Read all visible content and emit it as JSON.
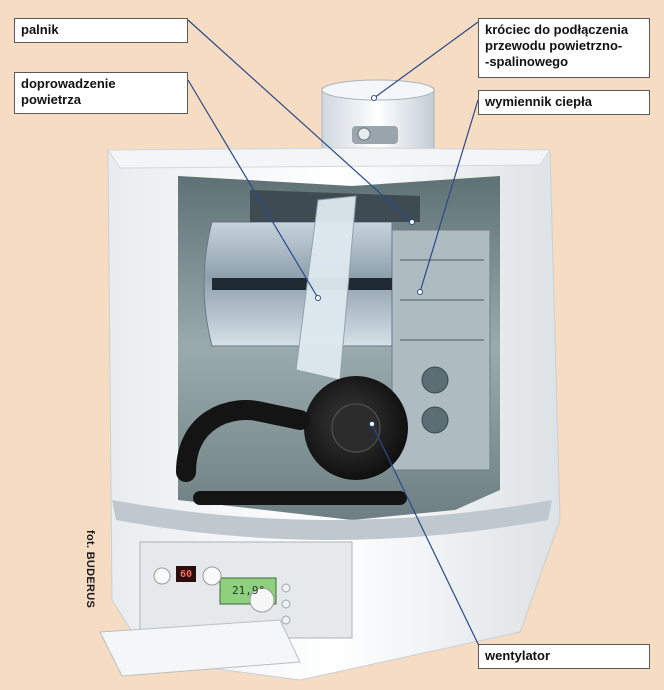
{
  "labels": {
    "palnik": "palnik",
    "doprowadzenie": "doprowadzenie\npowietrza",
    "krociec": "króciec do podłączenia\nprzewodu powietrzno-\n-spalinowego",
    "wymiennik": "wymiennik ciepła",
    "wentylator": "wentylator"
  },
  "credit": "fot. BUDERUS",
  "panel": {
    "display_value": "21,9°",
    "led_value": "60"
  },
  "colors": {
    "background": "#f6dcc3",
    "casing": "#ffffff",
    "interior": "#8fa3a6",
    "leader_line": "#2a4a8a"
  }
}
